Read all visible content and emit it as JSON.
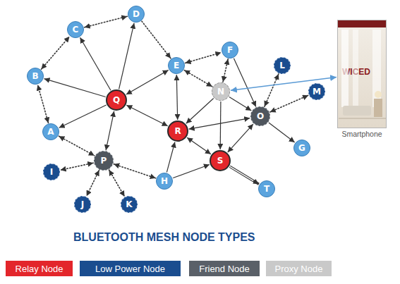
{
  "diagram": {
    "title": "BLUETOOTH MESH NODE TYPES",
    "nodes": [
      {
        "text": [
          "D"
        ]
      },
      {
        "text": [
          "C"
        ]
      },
      {
        "text": [
          "F"
        ]
      },
      {
        "text": [
          "E"
        ]
      },
      {
        "text": [
          "L"
        ]
      },
      {
        "text": [
          "WICED",
          "Smartphone"
        ]
      },
      {
        "text": [
          "B"
        ]
      },
      {
        "text": [
          "N"
        ]
      },
      {
        "text": [
          "M"
        ]
      },
      {
        "text": [
          "Q"
        ]
      },
      {
        "text": [
          "O"
        ]
      },
      {
        "text": [
          "A"
        ]
      },
      {
        "text": [
          "R"
        ]
      },
      {
        "text": [
          "G"
        ]
      },
      {
        "text": [
          "S"
        ]
      },
      {
        "text": [
          "P"
        ]
      },
      {
        "text": [
          "I"
        ]
      },
      {
        "text": [
          "H"
        ]
      },
      {
        "text": [
          "T"
        ]
      },
      {
        "text": [
          "J"
        ]
      },
      {
        "text": [
          "K"
        ]
      }
    ],
    "edges": [
      {
        "from": 1,
        "to": 0,
        "arrow": "both"
      },
      {
        "from": 6,
        "to": 1,
        "arrow": "both"
      },
      {
        "from": 11,
        "to": 6,
        "arrow": "both"
      },
      {
        "from": 9,
        "to": 1,
        "arrow": "to"
      },
      {
        "from": 9,
        "to": 0,
        "arrow": "to"
      },
      {
        "from": 9,
        "to": 6,
        "arrow": "to"
      },
      {
        "from": 9,
        "to": 11,
        "arrow": "to"
      },
      {
        "from": 0,
        "to": 3,
        "arrow": "to"
      },
      {
        "from": 9,
        "to": 3,
        "arrow": "both"
      },
      {
        "from": 9,
        "to": 12,
        "arrow": "both"
      },
      {
        "from": 9,
        "to": 15,
        "arrow": "both"
      },
      {
        "from": 11,
        "to": 15,
        "arrow": "both"
      },
      {
        "from": 3,
        "to": 2,
        "arrow": "both"
      },
      {
        "from": 3,
        "to": 12,
        "arrow": "both"
      },
      {
        "from": 3,
        "to": 7,
        "arrow": "both"
      },
      {
        "from": 2,
        "to": 7,
        "arrow": "both"
      },
      {
        "from": 2,
        "to": 10,
        "arrow": "to"
      },
      {
        "from": 7,
        "to": 10,
        "arrow": "to"
      },
      {
        "from": 7,
        "to": 12,
        "arrow": "to"
      },
      {
        "from": 7,
        "to": 14,
        "arrow": "to"
      },
      {
        "from": 12,
        "to": 10,
        "arrow": "both"
      },
      {
        "from": 12,
        "to": 14,
        "arrow": "both"
      },
      {
        "from": 14,
        "to": 10,
        "arrow": "both"
      },
      {
        "from": 10,
        "to": 4,
        "arrow": "both"
      },
      {
        "from": 10,
        "to": 8,
        "arrow": "both"
      },
      {
        "from": 10,
        "to": 13,
        "arrow": "to"
      },
      {
        "from": 14,
        "to": 18,
        "arrow": "to"
      },
      {
        "from": 17,
        "to": 12,
        "arrow": "to"
      },
      {
        "from": 17,
        "to": 14,
        "arrow": "to"
      },
      {
        "from": 15,
        "to": 17,
        "arrow": "both"
      },
      {
        "from": 15,
        "to": 16,
        "arrow": "both"
      },
      {
        "from": 15,
        "to": 19,
        "arrow": "both"
      },
      {
        "from": 15,
        "to": 20,
        "arrow": "both"
      },
      {
        "from": 7,
        "to": 5,
        "arrow": "both"
      }
    ],
    "legend": [
      {
        "text": "Relay Node",
        "color": "#e3262b"
      },
      {
        "text": "Low Power Node",
        "color": "#1a4d8f"
      },
      {
        "text": "Friend Node",
        "color": "#5a6068"
      },
      {
        "text": "Proxy Node",
        "color": "#c9c9c9"
      }
    ]
  }
}
